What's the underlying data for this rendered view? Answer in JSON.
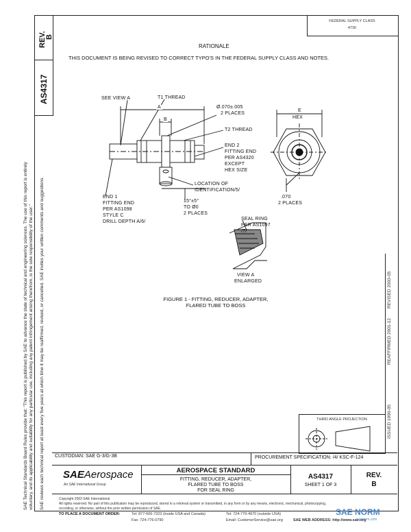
{
  "header": {
    "rev_label": "REV.",
    "rev_value": "B",
    "doc_number": "AS4317",
    "federal_supply_class_label": "FEDERAL SUPPLY CLASS",
    "federal_supply_class_value": "4730"
  },
  "rationale": {
    "title": "RATIONALE",
    "text": "THIS DOCUMENT IS BEING REVISED TO CORRECT TYPO'S IN THE FEDERAL SUPPLY CLASS AND NOTES."
  },
  "figure": {
    "callouts": {
      "see_view": "SEE VIEW A",
      "t1_thread": "T1 THREAD",
      "dim_a": "A",
      "dim_b": "B",
      "hole": "Ø.070±.005",
      "hole_places": "2 PLACES",
      "t2_thread": "T2 THREAD",
      "end2_l1": "END 2",
      "end2_l2": "FITTING END",
      "end2_l3": "PER AS4320",
      "end2_l4": "EXCEPT",
      "end2_l5": "HEX SIZE",
      "loc_l1": "LOCATION OF",
      "loc_l2": "IDENTIFICATION/5/",
      "end1_l1": "END 1",
      "end1_l2": "FITTING END",
      "end1_l3": "PER AS1098",
      "end1_l4": "STYLE C",
      "end1_l5": "DRILL DEPTH A/6/",
      "angle_l1": "15°±5°",
      "angle_l2": "TO Ø0",
      "angle_l3": "2 PLACES",
      "hex_e": "E",
      "hex_label": "HEX",
      "dim_070": ".070",
      "dim_070_places": "2 PLACES",
      "seal_l1": "SEAL RING",
      "seal_l2": "PER AS1097",
      "seal_l3": "/7/",
      "view_l1": "VIEW A",
      "view_l2": "ENLARGED"
    },
    "caption_l1": "FIGURE 1 - FITTING, REDUCER, ADAPTER,",
    "caption_l2": "FLARED TUBE TO BOSS"
  },
  "side_text": {
    "line1": "SAE Technical Standards Board Rules provide that: \"This report is published by SAE to advance the state of technical and engineering sciences. The use of this report is entirely",
    "line2": "voluntary, and its applicability and suitability for any particular use, including any patent infringement arising therefrom, is the sole responsibility of the user.\"",
    "line3": "SAE reviews each technical report at least every five years at which time it may be reaffirmed, revised, or cancelled. SAE invites your written comments and suggestions."
  },
  "right_strip": {
    "issued": "ISSUED 1990-05",
    "reaffirmed": "REAFFIRMED 2001-12",
    "revised": "REVISED 2003-05"
  },
  "projection": {
    "label": "THIRD ANGLE PROJECTION"
  },
  "custodian": "CUSTODIAN:  SAE  G-3/G-3B",
  "procurement": "PROCUREMENT SPECIFICATION: /4/ KSC-F-124",
  "title_block": {
    "logo_sae": "SAE",
    "logo_aerospace": "Aerospace",
    "logo_tagline": "An SAE International Group",
    "standard": "AEROSPACE STANDARD",
    "desc_l1": "FITTING, REDUCER, ADAPTER,",
    "desc_l2": "FLARED TUBE TO BOSS",
    "desc_l3": "FOR SEAL RING",
    "doc_number": "AS4317",
    "sheet": "SHEET 1 OF 3",
    "rev_label": "REV.",
    "rev_value": "B"
  },
  "footer": {
    "copyright": "Copyright 2003 SAE International",
    "rights_l1": "All rights reserved. No part of this publication may be reproduced, stored in a retrieval system or transmitted, in any form or by any means, electronic, mechanical, photocopying,",
    "rights_l2": "recording, or otherwise, without the prior written permission of SAE.",
    "order_label": "TO PLACE A DOCUMENT ORDER:",
    "tel1": "Tel: 877-606-7323 (inside USA and Canada)",
    "tel2": "Tel: 724-776-4970 (outside USA)",
    "fax": "Fax: 724-776-0790",
    "email": "Email: CustomerService@sae.org",
    "web": "SAE WEB ADDRESS: http://www.sae.org",
    "watermark": "SAE NORM",
    "watermark_url": "saenorm.com"
  }
}
